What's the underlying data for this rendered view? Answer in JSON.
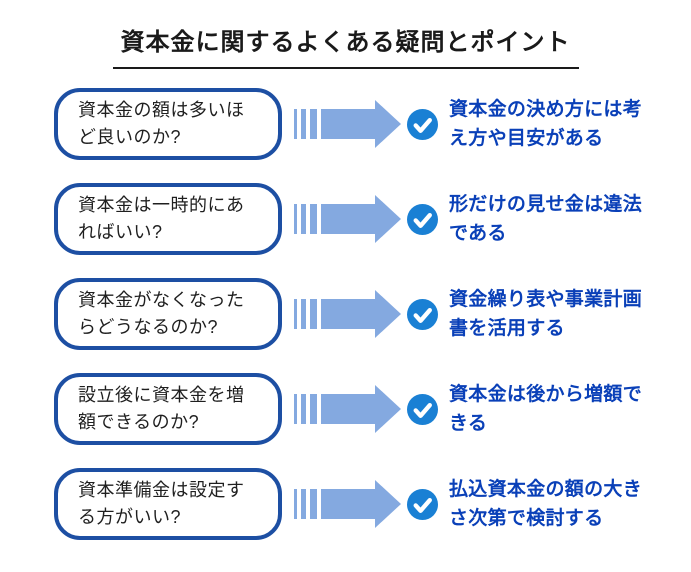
{
  "title": "資本金に関するよくある疑問とポイント",
  "rows": [
    {
      "question": "資本金の額は多いほ\nど良いのか?",
      "answer": "資本金の決め方には考\nえ方や目安がある"
    },
    {
      "question": "資本金は一時的にあ\nればいい?",
      "answer": "形だけの見せ金は違法\nである"
    },
    {
      "question": "資本金がなくなった\nらどうなるのか?",
      "answer": "資金繰り表や事業計画\n書を活用する"
    },
    {
      "question": "設立後に資本金を増\n額できるのか?",
      "answer": "資本金は後から増額で\nきる"
    },
    {
      "question": "資本準備金は設定す\nる方がいい?",
      "answer": "払込資本金の額の大き\nさ次第で検討する"
    }
  ],
  "icons": {
    "arrow": "right-arrow-icon",
    "check": "check-circle-icon"
  },
  "colors": {
    "question_border": "#1d4fa3",
    "arrow_fill": "#84a9e0",
    "check_circle_fill": "#1a80d4",
    "check_mark": "#ffffff",
    "answer_text": "#0a40b8",
    "title_text": "#1a1a1a",
    "background": "#ffffff"
  }
}
